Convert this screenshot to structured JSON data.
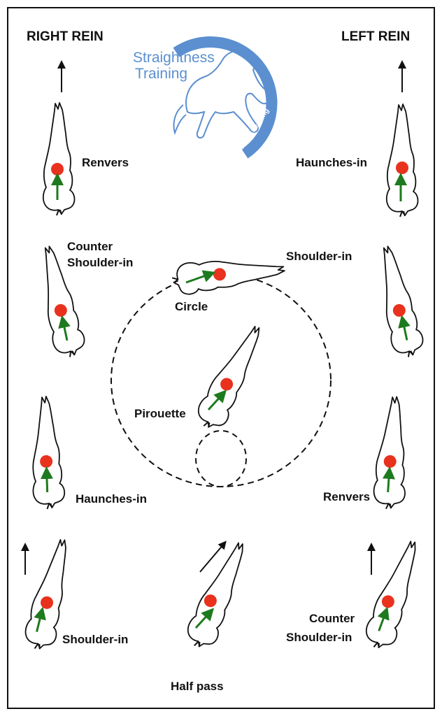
{
  "titles": {
    "right_rein": "RIGHT REIN",
    "left_rein": "LEFT REIN"
  },
  "logo": {
    "line1": "Straightness",
    "line2": "Training",
    "author": "Marijke de Jong"
  },
  "colors": {
    "logo_blue": "#5b8fd0",
    "dot_red": "#e8321e",
    "arrow_green": "#1e7a1e",
    "outline": "#111111"
  },
  "exercises": {
    "right_renvers": "Renvers",
    "right_counter_shoulder_in_1": "Counter",
    "right_counter_shoulder_in_2": "Shoulder-in",
    "right_haunches_in": "Haunches-in",
    "right_shoulder_in": "Shoulder-in",
    "left_haunches_in": "Haunches-in",
    "left_shoulder_in": "Shoulder-in",
    "left_renvers": "Renvers",
    "left_counter_shoulder_in_1": "Counter",
    "left_counter_shoulder_in_2": "Shoulder-in",
    "circle": "Circle",
    "pirouette": "Pirouette",
    "half_pass": "Half pass"
  }
}
